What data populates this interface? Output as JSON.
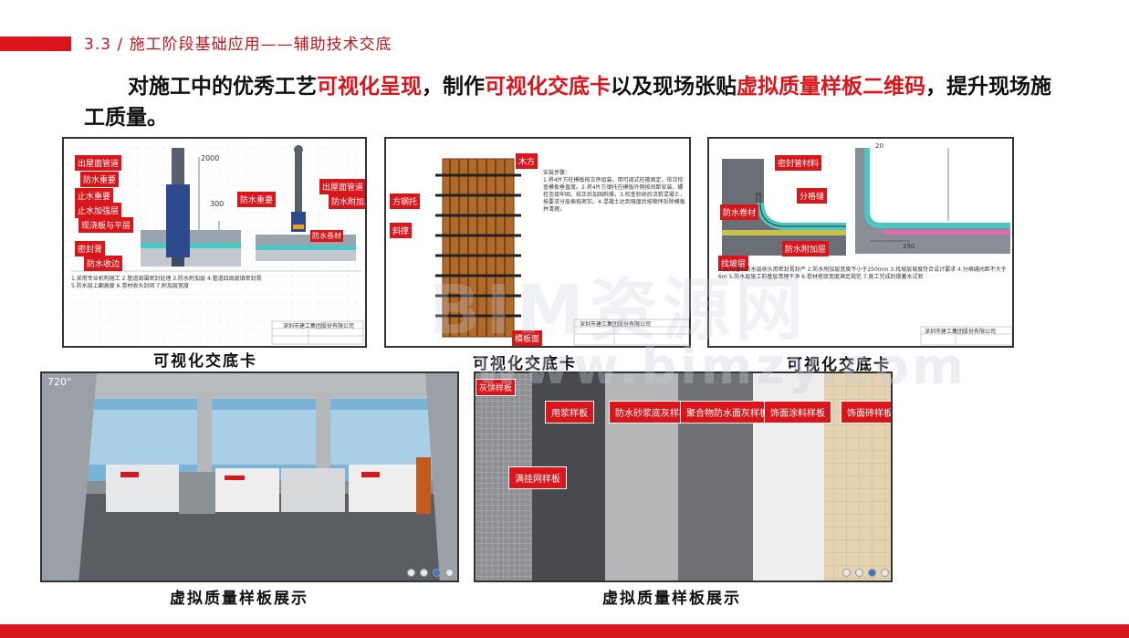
{
  "header": {
    "section_title": "3.3 / 施工阶段基础应用——辅助技术交底"
  },
  "intro": {
    "p1": "对施工中的优秀工艺",
    "h1": "可视化呈现",
    "p2": "，制作",
    "h2": "可视化交底卡",
    "p3": "以及现场张贴",
    "h3": "虚拟质量样板二维码",
    "p4": "，提升现场施工质量。"
  },
  "captions": {
    "card1": "可视化交底卡",
    "card2": "可视化交底卡",
    "card3": "可视化交底卡",
    "shot1": "虚拟质量样板展示",
    "shot2": "虚拟质量样板展示"
  },
  "card1": {
    "labels": [
      "出屋面管道",
      "防水重要",
      "止水重要",
      "止水加强层",
      "现浇板与平层",
      "密封膏",
      "防水收边",
      "出屋面管道",
      "防水重要",
      "防水附加层",
      "防水卷材"
    ],
    "dims": [
      "2000",
      "300"
    ],
    "company": "深圳市建工集团股份有限公司"
  },
  "card2": {
    "labels": [
      "木方",
      "方钢托",
      "斜撑",
      "模板面"
    ],
    "notes_title": "安装步骤：",
    "company": "深圳市建工集团股份有限公司"
  },
  "card3": {
    "labels": [
      "密封管材料",
      "防水卷材",
      "分格缝",
      "防水附加层",
      "找坡层"
    ],
    "dims": [
      "20",
      "250"
    ],
    "company": "深圳市建工集团股份有限公司"
  },
  "shot1": {
    "zoom": "720°"
  },
  "shot2": {
    "tags": [
      "灰饼样板",
      "用浆样板",
      "防水砂浆底灰样板",
      "聚合物防水面灰样板",
      "饰面涂料样板",
      "饰面砖样板",
      "满挂网样板"
    ]
  },
  "watermark": {
    "line1": "BIM资源网",
    "line2": "www.bimzy.com"
  },
  "colors": {
    "accent": "#d9161b",
    "title": "#c0171c"
  }
}
